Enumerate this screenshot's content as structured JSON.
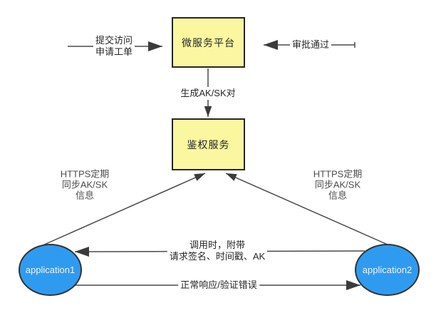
{
  "nodes": {
    "platform": {
      "label": "微服务平台"
    },
    "auth": {
      "label": "鉴权服务"
    },
    "app1": {
      "label": "application1"
    },
    "app2": {
      "label": "application2"
    }
  },
  "edges": {
    "submit": {
      "lines": [
        "提交访问",
        "申请工单"
      ]
    },
    "approve": {
      "label": "审批通过"
    },
    "generate": {
      "label": "生成AK/SK对"
    },
    "sync_left": {
      "lines": [
        "HTTPS定期",
        "同步AK/SK",
        "信息"
      ]
    },
    "sync_right": {
      "lines": [
        "HTTPS定期",
        "同步AK/SK",
        "信息"
      ]
    },
    "invoke": {
      "lines": [
        "调用时，附带",
        "请求签名、时间戳、AK"
      ]
    },
    "response": {
      "label": "正常响应/验证错误"
    }
  },
  "colors": {
    "background": "#FFFFFF",
    "service_node_fill": "#FBF7A0",
    "service_node_border": "#262626",
    "app_node_fill": "#2F9BF0",
    "app_node_border": "#333333",
    "connector": "#4A4A4A",
    "label_text": "#262626",
    "sync_label_text": "#4D4D4D",
    "app_label_text": "#F2F2F2"
  }
}
